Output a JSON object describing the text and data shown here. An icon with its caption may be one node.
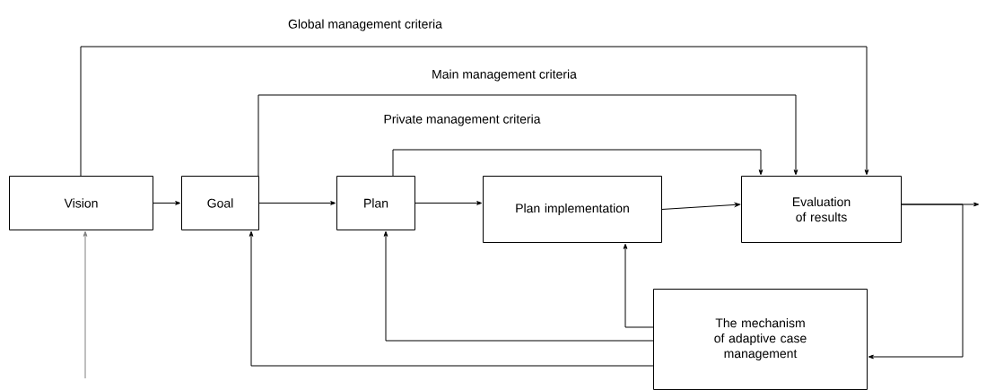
{
  "diagram": {
    "nodes": [
      {
        "text": [
          "Vision"
        ]
      },
      {
        "text": [
          "Goal"
        ]
      },
      {
        "text": [
          "Plan"
        ]
      },
      {
        "text": [
          "Plan implementation"
        ]
      },
      {
        "text": [
          "Evaluation of results"
        ]
      },
      {
        "text": [
          "The mechanism of adaptive case management"
        ]
      }
    ],
    "edges": [
      {
        "from": 0,
        "to": 1,
        "arrow": "to"
      },
      {
        "from": 1,
        "to": 2,
        "arrow": "to"
      },
      {
        "from": 2,
        "to": 3,
        "arrow": "to"
      },
      {
        "from": 3,
        "to": 4,
        "arrow": "to"
      },
      {
        "from": 4,
        "to": null,
        "arrow": "to"
      },
      {
        "from": 4,
        "to": 5,
        "arrow": "to"
      },
      {
        "from": 0,
        "to": 4,
        "arrow": "to",
        "label": "Global management criteria"
      },
      {
        "from": 1,
        "to": 4,
        "arrow": "to",
        "label": "Main management criteria"
      },
      {
        "from": 2,
        "to": 4,
        "arrow": "to",
        "label": "Private management criteria"
      },
      {
        "from": 5,
        "to": 3,
        "arrow": "to"
      },
      {
        "from": 5,
        "to": 2,
        "arrow": "to"
      },
      {
        "from": 5,
        "to": 1,
        "arrow": "to"
      },
      {
        "from": null,
        "to": 0,
        "arrow": "to",
        "color": "#808080"
      }
    ]
  }
}
